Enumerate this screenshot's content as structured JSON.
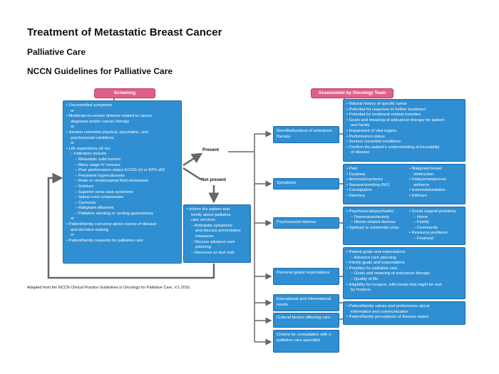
{
  "titles": {
    "main": "Treatment of Metastatic Breast Cancer",
    "sub1": "Palliative Care",
    "sub2": "NCCN Guidelines for Palliative Care"
  },
  "headers": {
    "screening": "Screening",
    "assessment": "Assessment by Oncology Team"
  },
  "screening_lines": [
    "• Uncontrolled symptoms",
    "  or",
    "• Moderate-to-severe distress related to cancer",
    "  diagnosis and/or cancer therapy",
    "  or",
    "• Serious comorbid physical, psychiatric, and",
    "  psychosocial conditions",
    "  or",
    "• Life expectancy ≤6 mo",
    "  – Indicators include:",
    "    – Metastatic solid tumors",
    "    – Many stage IV cancers",
    "    – Poor performance status ECOG ≥3 or KPS ≤50",
    "    – Persistent hypercalcemia",
    "    – Brain or cerebrospinal fluid metastasis",
    "    – Delirium",
    "    – Superior vena cava syndrome",
    "    – Spinal cord compression",
    "    – Cachexia",
    "    – Malignant effusions",
    "    – Palliative stenting or venting gastrostomy",
    "  or",
    "• Patient/family concerns about course of disease",
    "  and decision-making",
    "  or",
    "• Patient/family requests for palliative care"
  ],
  "labels": {
    "present": "Present",
    "not_present": "Not present"
  },
  "inform_lines": [
    "• Inform the patient and",
    "  family about palliative",
    "  care services",
    "  – Anticipate symptoms",
    "    and discuss preventative",
    "    measures",
    "  – Discuss advance care",
    "    planning",
    "  – Rescreen at next visit"
  ],
  "categories": {
    "benefits": "Benefits/burdens of anticancer therapy",
    "symptoms": "Symptoms",
    "psychosocial": "Psychosocial distress",
    "goals": "Personal goals/ expectations",
    "education": "Educational and informational needs",
    "cultural": "Cultural factors affecting care",
    "criteria": "Criteria for consultation with a palliative care specialist"
  },
  "details": {
    "benefits": [
      "• Natural history of specific tumor",
      "• Potential for response to further treatment",
      "• Potential for treatment-related toxicities",
      "• Goals and meaning of anticancer therapy for patient",
      "  and family",
      "• Impairment of vital organs",
      "• Performance status",
      "• Serious comorbid conditions",
      "• Confirm the patient's understanding of incurability",
      "  of disease"
    ],
    "symptoms_left": [
      "• Pain",
      "• Dyspnea",
      "• Anorexia/cachexia",
      "• Nausea/vomiting (NV)",
      "• Constipation",
      "• Diarrhea"
    ],
    "symptoms_right": [
      "• Malignant bowel",
      "  obstruction",
      "• Fatigue/weakness/",
      "  asthenia",
      "• Insomnia/sedation",
      "• Delirium"
    ],
    "psycho_left": [
      "• Psychosocial/psychiatric",
      "  – Depression/anxiety",
      "  – Illness-related distress",
      "• Spiritual or existential crisis"
    ],
    "psycho_right": [
      "• Social support problems",
      "  – Home",
      "  – Family",
      "  – Community",
      "• Resource problems",
      "  – Financial"
    ],
    "goals": [
      "• Patient goals and expectations",
      "  – Advance care planning",
      "• Family goals and expectations",
      "• Priorities for palliative care",
      "  – Goals and meaning of anticancer therapy",
      "  – Quality of life",
      "• Eligibility for hospice, with needs that might be met",
      "  by hospice"
    ],
    "education": [
      "• Patient/family values and preferences about",
      "  information and communication",
      "• Patient/family perceptions of disease status"
    ]
  },
  "caption": "Adapted from the NCCN Clinical Practice Guidelines in Oncology for Palliative Care, V.1.2016.",
  "colors": {
    "box": "#2f8fd2",
    "header": "#e0608a",
    "line": "#666666"
  }
}
